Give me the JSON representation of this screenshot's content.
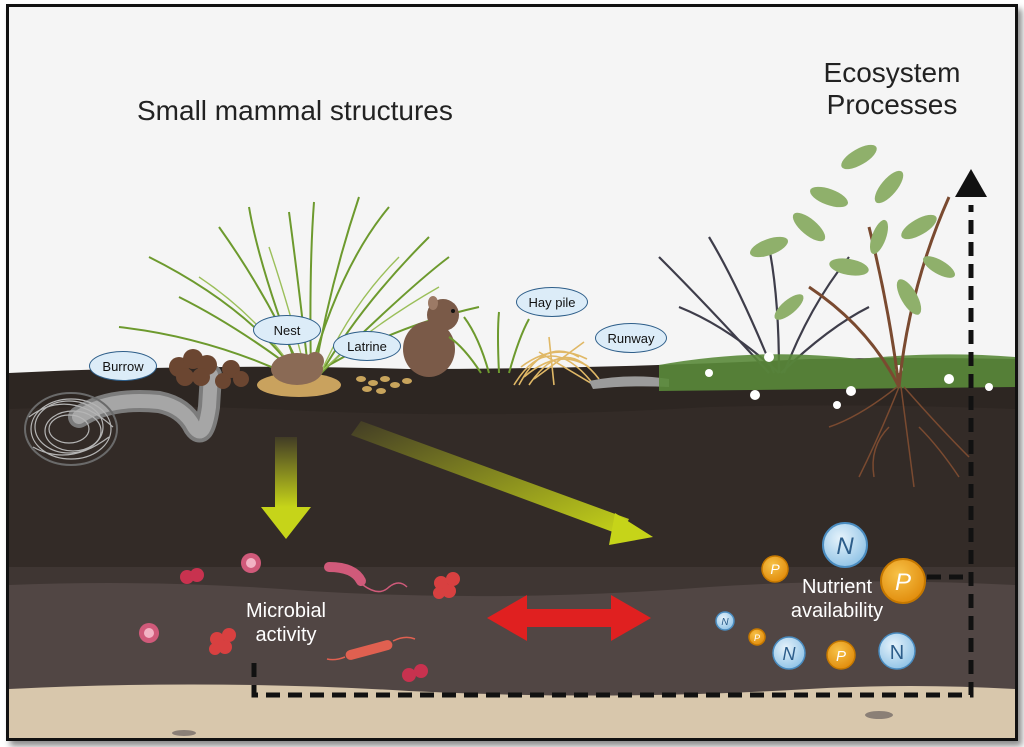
{
  "title": "Small mammal structures",
  "ecosystem_title": "Ecosystem\nProcesses",
  "structures": [
    {
      "label": "Burrow"
    },
    {
      "label": "Nest"
    },
    {
      "label": "Latrine"
    },
    {
      "label": "Hay pile"
    },
    {
      "label": "Runway"
    }
  ],
  "microbial_label": "Microbial\nactivity",
  "nutrient_label": "Nutrient\navailability",
  "nutrient_symbols": {
    "nitrogen": "N",
    "phosphorus": "P"
  },
  "colors": {
    "arrow_yellow": "#c6d419",
    "arrow_red": "#e02020",
    "soil_dark": "#2d2622",
    "soil_mid": "#3f3633",
    "soil_low": "#514644",
    "sand": "#d8c7ac",
    "n_badge": "#a9d3ef",
    "p_badge": "#f2a51c"
  }
}
